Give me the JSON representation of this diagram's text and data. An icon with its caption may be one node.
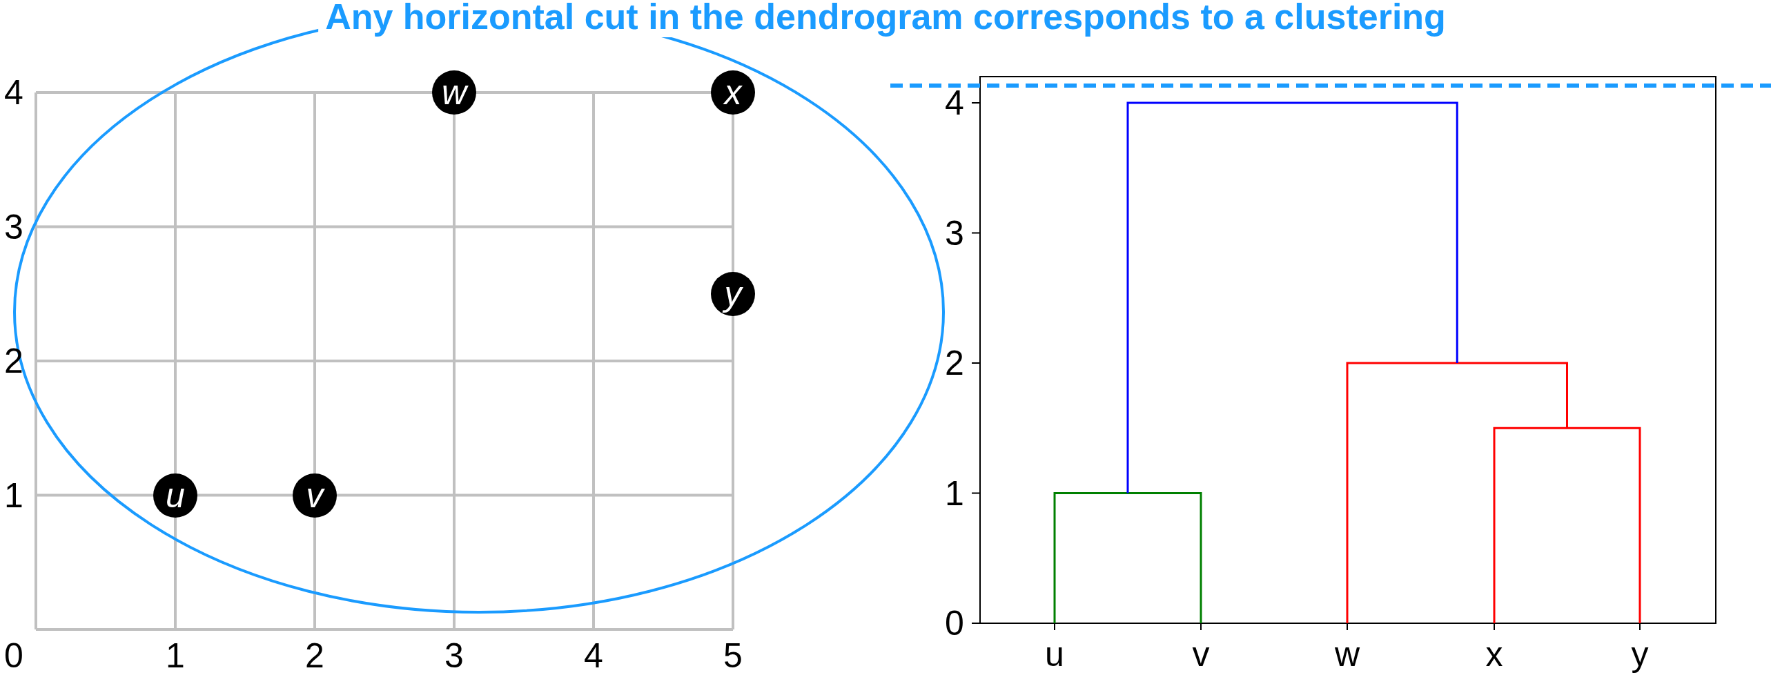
{
  "diagram": {
    "title": "Any horizontal cut in the dendrogram corresponds to a clustering",
    "nodes": [
      {
        "text": [
          "w"
        ]
      },
      {
        "text": [
          "x"
        ]
      },
      {
        "text": [
          "y"
        ]
      },
      {
        "text": [
          "u"
        ]
      },
      {
        "text": [
          "v"
        ]
      }
    ],
    "labels": [
      "4",
      "3",
      "2",
      "1",
      "0",
      "1",
      "2",
      "3",
      "4",
      "5",
      "4",
      "3",
      "2",
      "1",
      "0",
      "u",
      "v",
      "w",
      "x",
      "y"
    ]
  }
}
